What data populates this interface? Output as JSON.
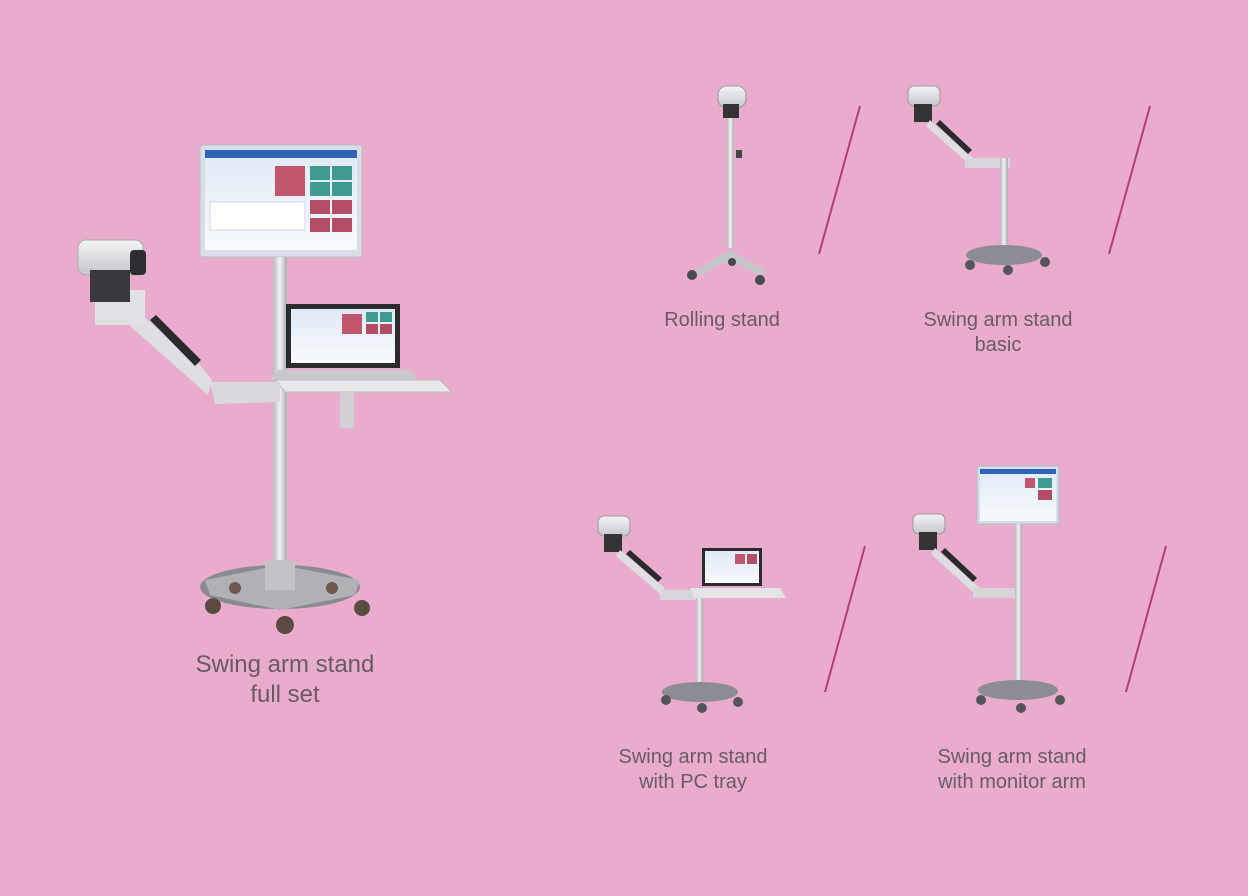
{
  "products": [
    {
      "id": "full-set",
      "label_line1": "Swing arm stand",
      "label_line2": "full set"
    },
    {
      "id": "rolling",
      "label_line1": "Rolling stand",
      "label_line2": ""
    },
    {
      "id": "basic",
      "label_line1": "Swing arm stand",
      "label_line2": "basic"
    },
    {
      "id": "pc-tray",
      "label_line1": "Swing arm stand",
      "label_line2": "with PC tray"
    },
    {
      "id": "monitor-arm",
      "label_line1": "Swing arm stand",
      "label_line2": "with monitor arm"
    }
  ],
  "colors": {
    "background": "#eaaccd",
    "divider": "#b33d78",
    "caption_text": "#6a5b63"
  }
}
